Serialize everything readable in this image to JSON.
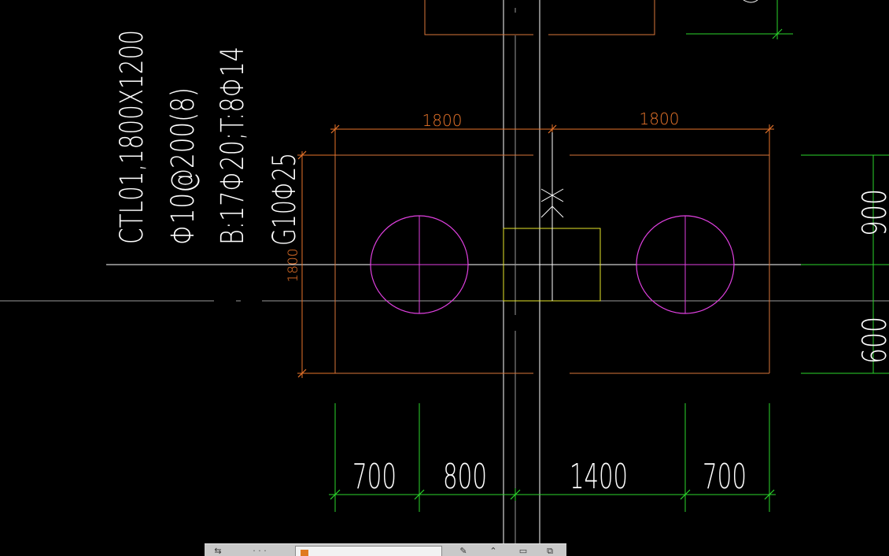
{
  "drawing": {
    "annotation_lines": [
      "CTL01,1800X1200",
      "Φ10@200(8)",
      "B:17Φ20;T:8Φ14",
      "G10Φ25"
    ],
    "top_dims": [
      "1800",
      "1800"
    ],
    "left_dim": "1800",
    "right_dims": [
      "900",
      "600"
    ],
    "bottom_dims": [
      "700",
      "800",
      "1400",
      "700"
    ]
  },
  "colors": {
    "background": "#000000",
    "dimension_orange": "#e8742a",
    "outline_orange": "#d9763a",
    "pile_magenta": "#e040e0",
    "grid_green": "#2bd62b",
    "column_yellow": "#e6e62a",
    "axis_white": "#ffffff",
    "axis_gray": "#9a9a9a",
    "text_white": "#ffffff"
  },
  "icons": [
    "draw-order-icon",
    "layout-tab-icon",
    "pen-icon",
    "up-arrow-icon",
    "page-icon",
    "copy-icon"
  ]
}
